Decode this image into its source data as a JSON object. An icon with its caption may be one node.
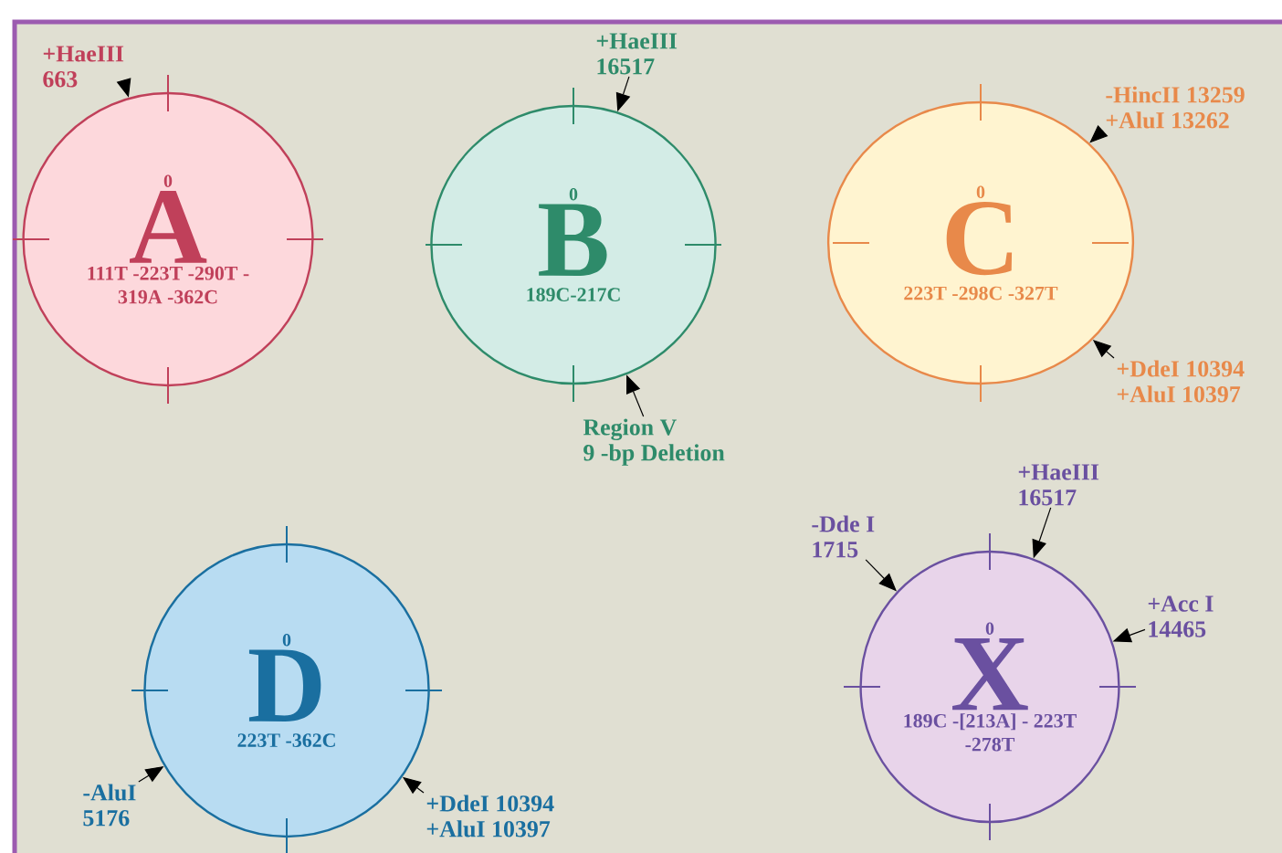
{
  "diagram": {
    "nodes": [
      {
        "text": [
          "+HaeIII",
          "663"
        ]
      },
      {
        "text": [
          "+HaeIII",
          "16517"
        ]
      },
      {
        "text": [
          "-HincII 13259",
          "+AluI 13262"
        ]
      },
      {
        "text": [
          "0",
          "A",
          "111T -223T -290T - 319A -362C"
        ]
      },
      {
        "text": [
          "0",
          "B",
          "189C-217C"
        ]
      },
      {
        "text": [
          "0",
          "C",
          "223T -298C -327T"
        ]
      },
      {
        "text": [
          "+DdeI 10394",
          "+AluI 10397"
        ]
      },
      {
        "text": [
          "Region V",
          "9 -bp Deletion"
        ]
      },
      {
        "text": [
          "+HaeIII",
          "16517"
        ]
      },
      {
        "text": [
          "-Dde I",
          "1715"
        ]
      },
      {
        "text": [
          "+Acc I",
          "14465"
        ]
      },
      {
        "text": [
          "0",
          "D",
          "223T -362C"
        ]
      },
      {
        "text": [
          "0",
          "X",
          "189C -[213A] - 223T -278T"
        ]
      },
      {
        "text": [
          "-AluI",
          "5176"
        ]
      },
      {
        "text": [
          "+DdeI 10394",
          "+AluI 10397"
        ]
      }
    ],
    "edges": [
      {
        "from": 0,
        "to": 3,
        "arrow": "to"
      },
      {
        "from": 1,
        "to": 4,
        "arrow": "to"
      },
      {
        "from": 7,
        "to": 4,
        "arrow": "to"
      },
      {
        "from": 2,
        "to": 5,
        "arrow": "to"
      },
      {
        "from": 6,
        "to": 5,
        "arrow": "to"
      },
      {
        "from": 13,
        "to": 11,
        "arrow": "to"
      },
      {
        "from": 14,
        "to": 11,
        "arrow": "to"
      },
      {
        "from": 9,
        "to": 12,
        "arrow": "to"
      },
      {
        "from": 8,
        "to": 12,
        "arrow": "to"
      },
      {
        "from": 10,
        "to": 12,
        "arrow": "to"
      }
    ]
  }
}
